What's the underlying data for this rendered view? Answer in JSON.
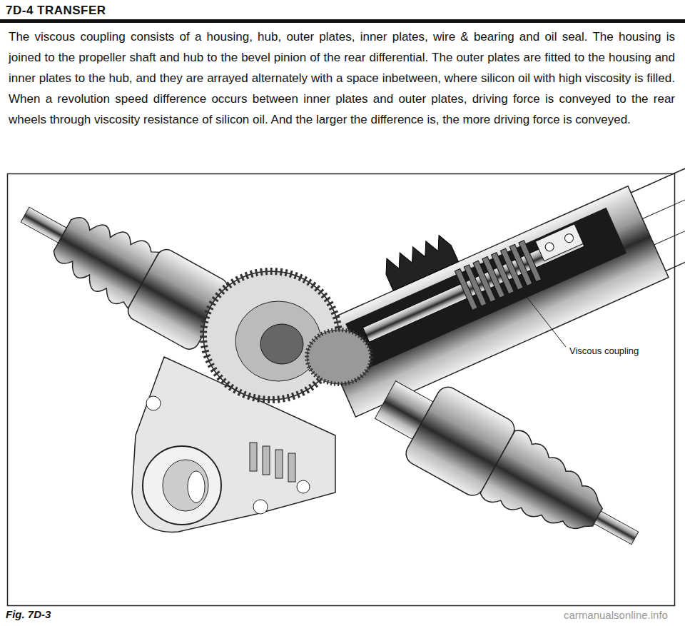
{
  "diagram": {
    "title": "7D-4 TRANSFER",
    "caption": "Fig. 7D-3",
    "labels": [
      "The viscous coupling consists of a housing, hub, outer plates, inner plates, wire & bearing and oil seal. The housing is joined to the propeller shaft and hub to the bevel pinion of the rear differential. The outer plates are fitted to the housing and inner plates to the hub, and they are arrayed alternately with a space inbetween, where silicon oil with high viscosity is filled. When a revolution speed difference occurs between inner plates and outer plates, driving force is conveyed to the rear wheels through viscosity resistance of silicon oil. And the larger the difference is, the more driving force is conveyed.",
      "Viscous coupling",
      "carmanualsonline.info"
    ]
  }
}
